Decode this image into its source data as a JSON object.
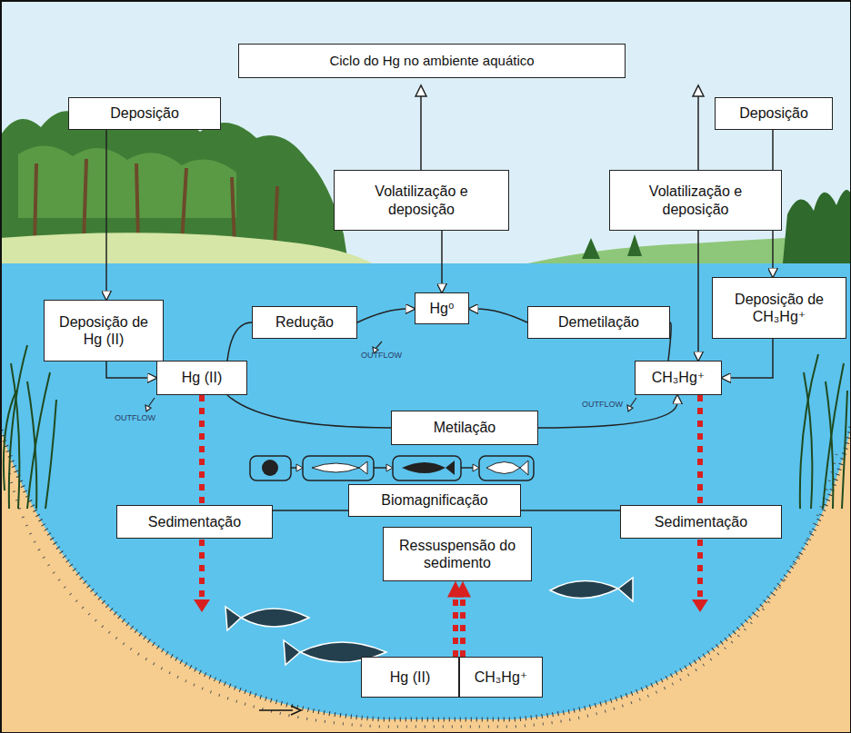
{
  "diagram": {
    "title": "Ciclo do Hg no ambiente aquático",
    "nodes": [
      {
        "text": [
          "Deposição"
        ]
      },
      {
        "text": [
          "Volatilização e deposição"
        ]
      },
      {
        "text": [
          "Deposição"
        ]
      },
      {
        "text": [
          "Volatilização e deposição"
        ]
      },
      {
        "text": [
          "Deposição de Hg (II)"
        ]
      },
      {
        "text": [
          "Redução"
        ]
      },
      {
        "text": [
          "Hg⁰"
        ]
      },
      {
        "text": [
          "Demetilação"
        ]
      },
      {
        "text": [
          "Deposição de CH₃Hg⁺"
        ]
      },
      {
        "text": [
          "Hg (II)"
        ]
      },
      {
        "text": [
          "CH₃Hg⁺"
        ]
      },
      {
        "text": [
          "Metilação"
        ]
      },
      {
        "text": [
          "Biomagnificação"
        ]
      },
      {
        "text": [
          "Sedimentação"
        ]
      },
      {
        "text": [
          "Sedimentação"
        ]
      },
      {
        "text": [
          "Ressuspensão do sedimento"
        ]
      },
      {
        "text": [
          "Hg (II)"
        ]
      },
      {
        "text": [
          "CH₃Hg⁺"
        ]
      }
    ],
    "edges": [
      {
        "from": 0,
        "to": 4,
        "arrow": "to"
      },
      {
        "from": 4,
        "to": 9,
        "arrow": "to"
      },
      {
        "from": 1,
        "to": 6,
        "arrow": "to"
      },
      {
        "from": 3,
        "to": 10,
        "arrow": "to"
      },
      {
        "from": 2,
        "to": 8,
        "arrow": "to"
      },
      {
        "from": 8,
        "to": 10,
        "arrow": "to"
      },
      {
        "from": 9,
        "to": 5,
        "arrow": "none"
      },
      {
        "from": 5,
        "to": 6,
        "arrow": "to"
      },
      {
        "from": 10,
        "to": 7,
        "arrow": "none"
      },
      {
        "from": 7,
        "to": 6,
        "arrow": "to"
      },
      {
        "from": 9,
        "to": 11,
        "arrow": "none"
      },
      {
        "from": 11,
        "to": 10,
        "arrow": "to"
      },
      {
        "from": 9,
        "to": 13,
        "arrow": "none"
      },
      {
        "from": 10,
        "to": 14,
        "arrow": "none"
      },
      {
        "from": 13,
        "to": 12,
        "arrow": "none"
      },
      {
        "from": 12,
        "to": 14,
        "arrow": "none"
      },
      {
        "from": 16,
        "to": 15,
        "arrow": "to"
      },
      {
        "from": 17,
        "to": 15,
        "arrow": "to"
      }
    ],
    "labels": [
      "OUTFLOW",
      "OUTFLOW",
      "OUTFLOW"
    ]
  }
}
